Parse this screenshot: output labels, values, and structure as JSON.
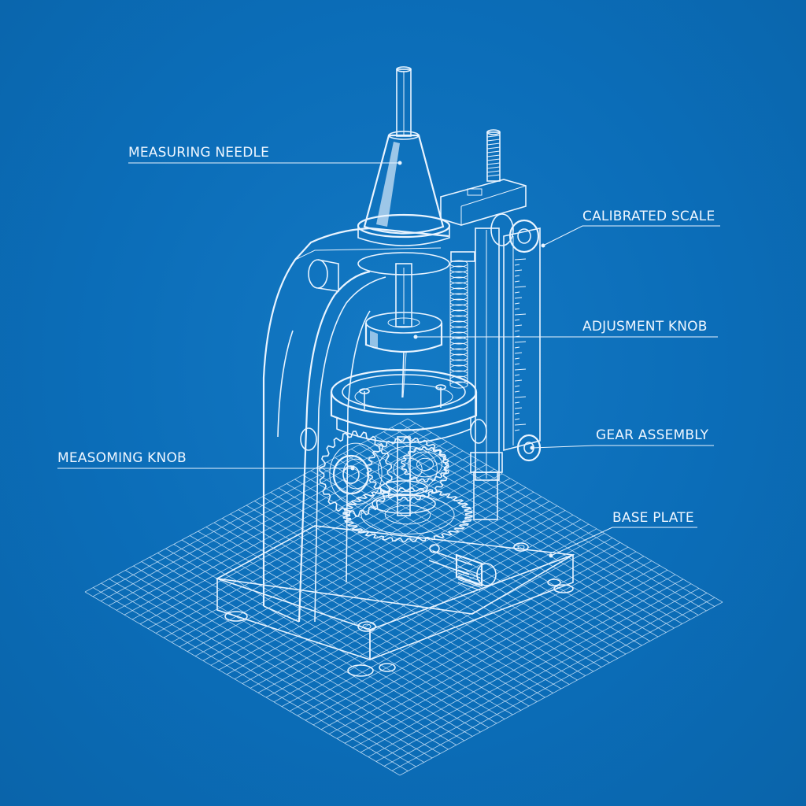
{
  "callouts": {
    "measuring_needle": "MEASURING NEEDLE",
    "calibrated_scale": "CALIBRATED SCALE",
    "adjustment_knob": "ADJUSMENT KNOB",
    "gear_assembly": "GEAR ASSEMBLY",
    "measuring_knob": "MEASOMING KNOB",
    "base_plate": "BASE PLATE"
  },
  "colors": {
    "background": "#0b6db8",
    "linework": "#e9f4ff"
  }
}
